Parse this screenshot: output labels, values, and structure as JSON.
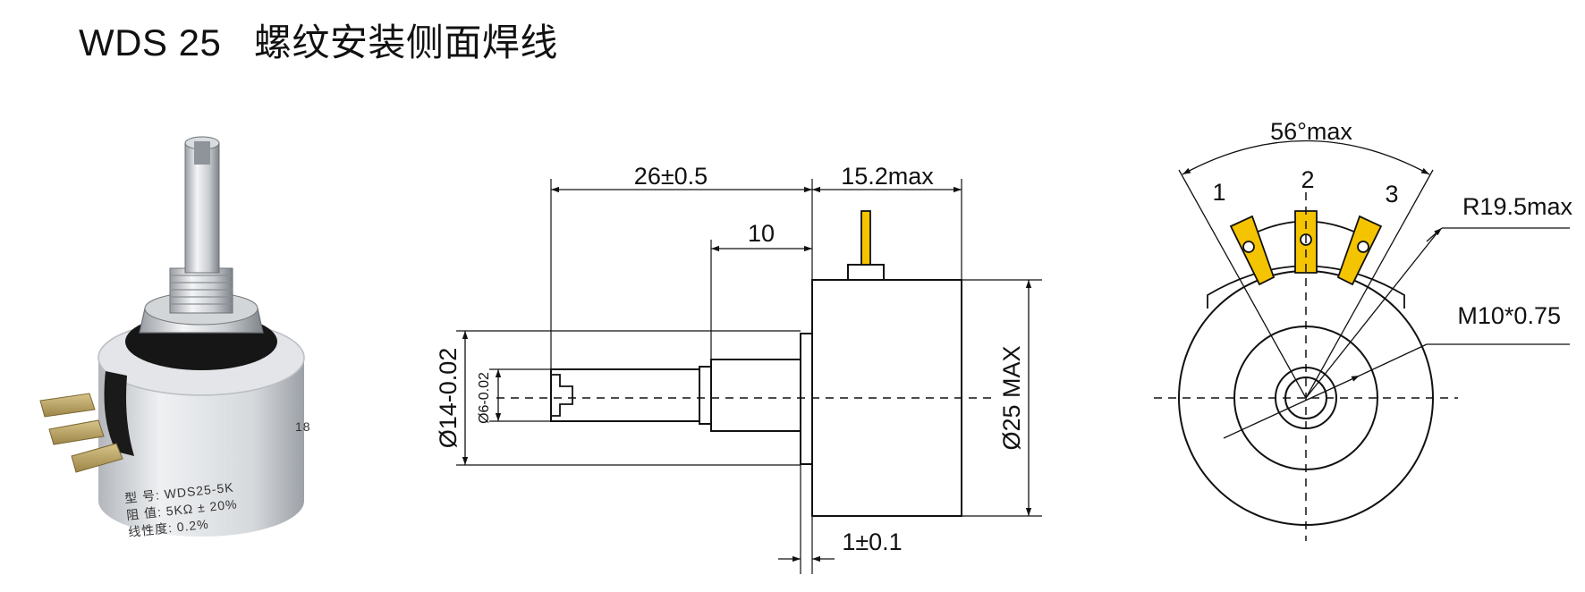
{
  "title": {
    "model": "WDS 25",
    "description": "螺纹安装侧面焊线"
  },
  "photo": {
    "label_lines": [
      "型  号: WDS25-5K",
      "阻  值: 5KΩ ± 20%",
      "线性度: 0.2%"
    ],
    "side_mark": "18"
  },
  "side_view": {
    "dim_length": "26±0.5",
    "dim_body": "15.2max",
    "dim_shaft_step": "10",
    "dim_thread_dia": "Ø14-0.02",
    "dim_shaft_dia": "Ø6-0.02",
    "dim_body_dia": "Ø25 MAX",
    "dim_flange": "1±0.1"
  },
  "front_view": {
    "dim_angle": "56°max",
    "terminal_1": "1",
    "terminal_2": "2",
    "terminal_3": "3",
    "dim_radius": "R19.5max",
    "dim_thread": "M10*0.75"
  },
  "colors": {
    "terminal_gold": "#f5c400",
    "line": "#111111"
  }
}
